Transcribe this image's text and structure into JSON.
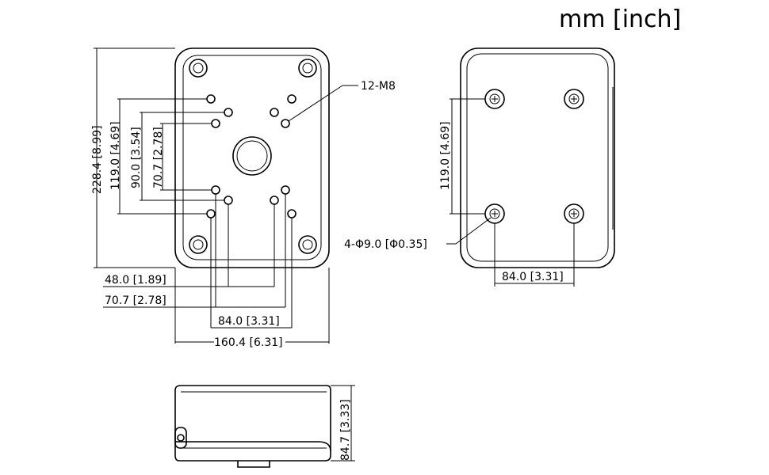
{
  "units_label": "mm [inch]",
  "front_view": {
    "height_label": "228.4 [8.99]",
    "height_119_label": "119.0 [4.69]",
    "height_90_label": "90.0 [3.54]",
    "height_70_label": "70.7 [2.78]",
    "thread_label": "12-M8",
    "width_48_label": "48.0 [1.89]",
    "width_70_label": "70.7 [2.78]",
    "width_84_label": "84.0 [3.31]",
    "width_160_label": "160.4 [6.31]"
  },
  "back_view": {
    "height_119_label": "119.0 [4.69]",
    "hole_label": "4-Φ9.0 [Φ0.35]",
    "width_84_label": "84.0 [3.31]"
  },
  "side_view": {
    "height_label": "84.7 [3.33]"
  }
}
